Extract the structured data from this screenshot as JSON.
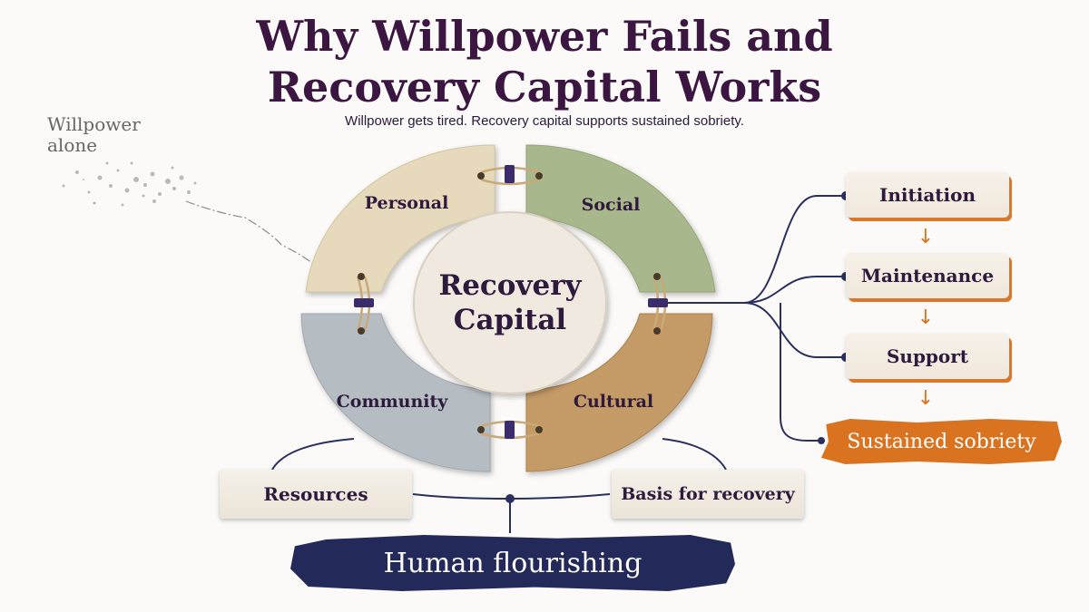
{
  "title": {
    "line1": "Why Willpower Fails and",
    "line2": "Recovery Capital Works",
    "subtitle": "Willpower gets tired. Recovery capital supports sustained sobriety."
  },
  "willpower_alone": {
    "line1": "Willpower",
    "line2": "alone"
  },
  "center": {
    "line1": "Recovery",
    "line2": "Capital"
  },
  "quadrants": {
    "personal": "Personal",
    "social": "Social",
    "community": "Community",
    "cultural": "Cultural"
  },
  "stages": {
    "initiation": "Initiation",
    "maintenance": "Maintenance",
    "support": "Support",
    "outcome": "Sustained sobriety"
  },
  "bottom": {
    "resources": "Resources",
    "basis": "Basis for recovery",
    "flourishing": "Human flourishing"
  },
  "colors": {
    "personal": "#e6d9bc",
    "social": "#a9b88c",
    "community": "#b5bcc2",
    "cultural": "#c49a66",
    "center": "#efe9e0",
    "line": "#2b2f5e",
    "accent": "#d9731f",
    "title": "#3a1640"
  },
  "icons": {
    "arrow": "arrow-down-icon",
    "node": "dot-node-icon",
    "binding": "rope-tie-icon"
  }
}
